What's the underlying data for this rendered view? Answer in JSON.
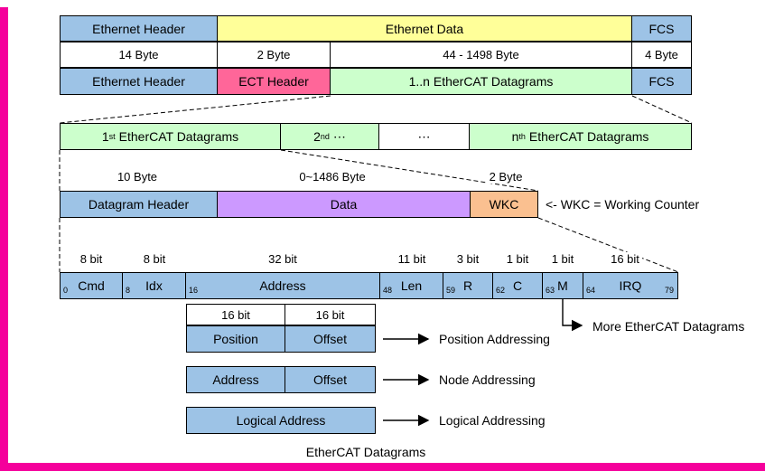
{
  "colors": {
    "blue": "#9DC3E6",
    "yellow": "#FFFF99",
    "pink": "#FF6699",
    "green": "#CCFFCC",
    "purple": "#CC99FF",
    "orange": "#FAC090",
    "magenta": "#F5009B"
  },
  "ethernet_frame": {
    "header": "Ethernet Header",
    "data": "Ethernet Data",
    "fcs": "FCS"
  },
  "byte_sizes": {
    "header": "14 Byte",
    "ect": "2 Byte",
    "data": "44 - 1498 Byte",
    "fcs": "4 Byte"
  },
  "ethercat_frame": {
    "header": "Ethernet Header",
    "ect": "ECT Header",
    "datagrams": "1..n EtherCAT Datagrams",
    "fcs": "FCS"
  },
  "datagram_list": {
    "first_num": "1",
    "first_sup": "st",
    "first_rest": "EtherCAT Datagrams",
    "second_num": "2",
    "second_sup": "nd",
    "second_rest": "⋯",
    "ellipsis": "⋯",
    "nth_num": "n",
    "nth_sup": "th",
    "nth_rest": "EtherCAT Datagrams"
  },
  "datagram_sizes": {
    "header": "10 Byte",
    "data": "0~1486 Byte",
    "wkc": "2 Byte"
  },
  "datagram_struct": {
    "header": "Datagram Header",
    "data": "Data",
    "wkc": "WKC",
    "note": "<- WKC = Working Counter"
  },
  "bit_labels": [
    "8 bit",
    "8 bit",
    "32 bit",
    "11 bit",
    "3 bit",
    "1 bit",
    "1 bit",
    "16 bit"
  ],
  "header_fields": [
    {
      "sub": "0",
      "label": "Cmd"
    },
    {
      "sub": "8",
      "label": "Idx"
    },
    {
      "sub": "16",
      "label": "Address"
    },
    {
      "sub": "48",
      "label": "Len"
    },
    {
      "sub": "59",
      "label": "R"
    },
    {
      "sub": "62",
      "label": "C"
    },
    {
      "sub": "63",
      "label": "M"
    },
    {
      "sub": "64",
      "label": "IRQ",
      "sub_end": "79"
    }
  ],
  "more_note": "More EtherCAT Datagrams",
  "addr_bit_labels": [
    "16 bit",
    "16 bit"
  ],
  "addressing_rows": [
    {
      "cell1": "Position",
      "cell2": "Offset",
      "note": "Position Addressing"
    },
    {
      "cell1": "Address",
      "cell2": "Offset",
      "note": "Node Addressing"
    },
    {
      "cell1": "Logical Address",
      "note": "Logical Addressing"
    }
  ],
  "caption": "EtherCAT Datagrams"
}
